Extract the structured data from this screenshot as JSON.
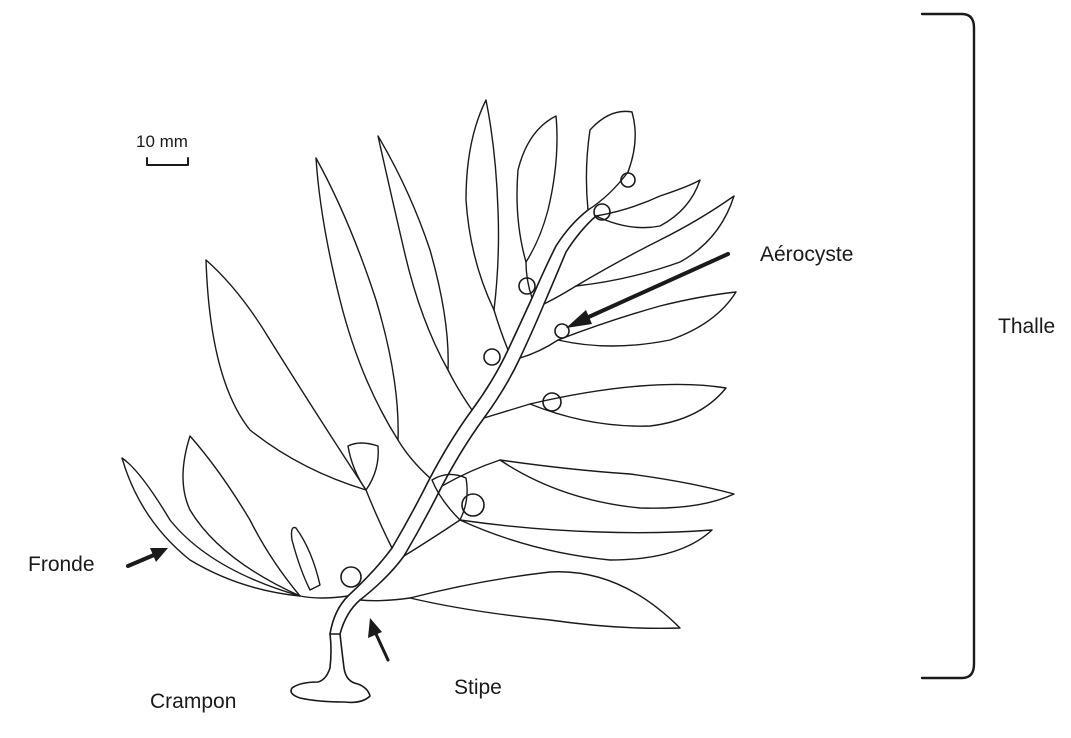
{
  "figure": {
    "scale_label": "10 mm",
    "labels": {
      "aerocyst": "Aérocyste",
      "thallus": "Thalle",
      "frond": "Fronde",
      "holdfast": "Crampon",
      "stipe": "Stipe"
    },
    "colors": {
      "ink": "#1a1a1a",
      "paper": "#ffffff"
    }
  }
}
